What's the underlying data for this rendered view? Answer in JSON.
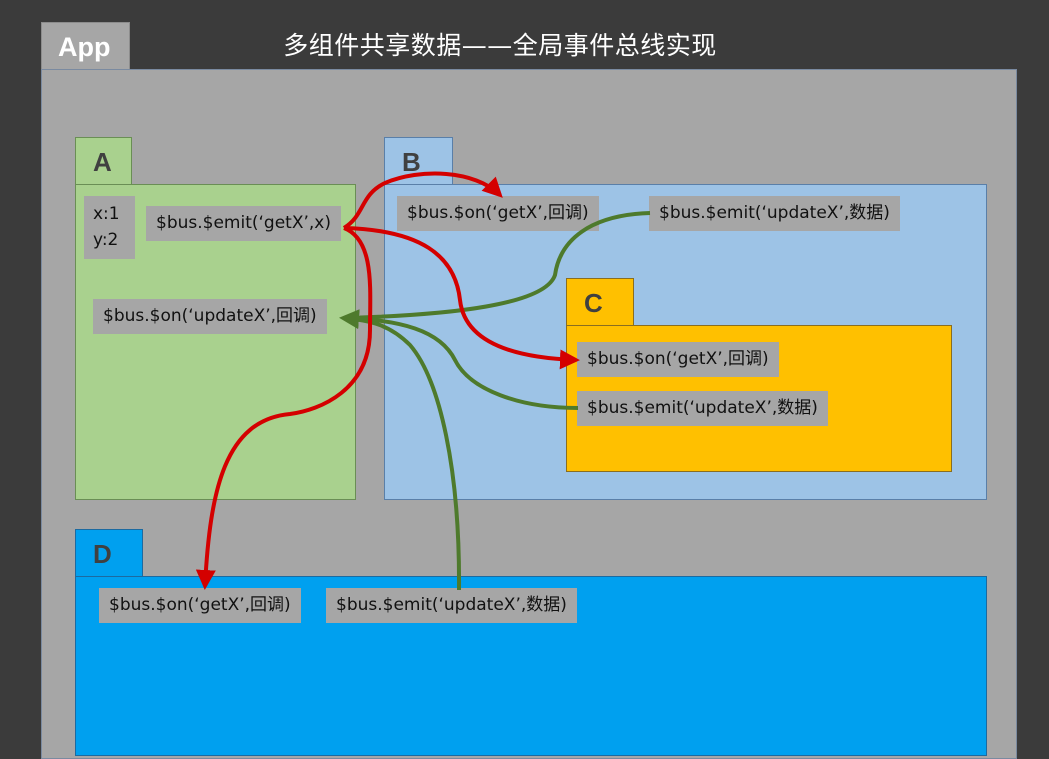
{
  "title": "多组件共享数据——全局事件总线实现",
  "app": {
    "label": "App"
  },
  "components": {
    "a": {
      "label": "A",
      "x_value": "x:1",
      "y_value": "y:2",
      "emit_getx": "$bus.$emit(‘getX’,x)",
      "on_updatex": "$bus.$on(‘updateX’,回调)"
    },
    "b": {
      "label": "B",
      "on_getx": "$bus.$on(‘getX’,回调)",
      "emit_updatex": "$bus.$emit(‘updateX’,数据)"
    },
    "c": {
      "label": "C",
      "on_getx": "$bus.$on(‘getX’,回调)",
      "emit_updatex": "$bus.$emit(‘updateX’,数据)"
    },
    "d": {
      "label": "D",
      "on_getx": "$bus.$on(‘getX’,回调)",
      "emit_updatex": "$bus.$emit(‘updateX’,数据)"
    }
  },
  "colors": {
    "background": "#3b3b3b",
    "app": "#a6a6a6",
    "component_a": "#a9d18e",
    "component_b": "#9dc3e6",
    "component_c": "#ffc000",
    "component_d": "#00a0ef",
    "getx_arrow": "#d40000",
    "updatex_arrow": "#4e7a2c"
  }
}
